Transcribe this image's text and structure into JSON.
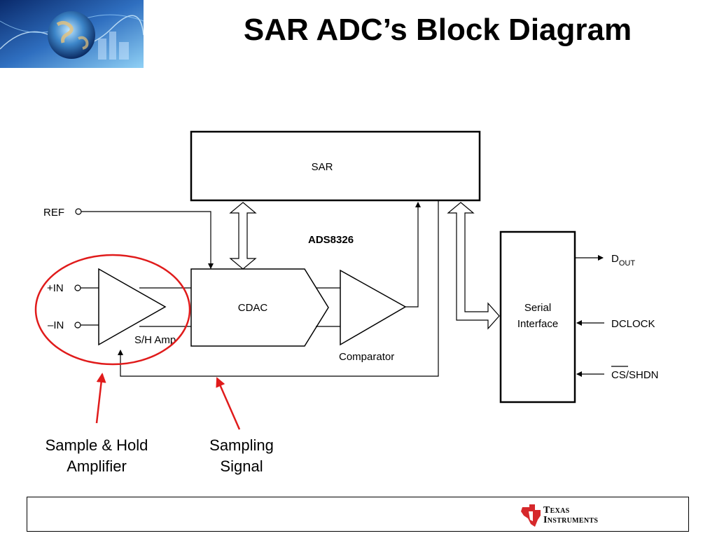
{
  "header": {
    "title": "SAR ADC’s Block Diagram"
  },
  "diagram": {
    "part_number": "ADS8326",
    "blocks": {
      "sar": "SAR",
      "cdac": "CDAC",
      "sh_amp": "S/H Amp",
      "comparator": "Comparator",
      "serial_line1": "Serial",
      "serial_line2": "Interface"
    },
    "pins": {
      "ref": "REF",
      "in_pos": "+IN",
      "in_neg": "–IN",
      "dout_main": "D",
      "dout_sub": "OUT",
      "dclock": "DCLOCK",
      "cs_bar": "CS",
      "cs_rest": "/SHDN"
    },
    "colors": {
      "annotation": "#e01b1b",
      "line": "#000000"
    }
  },
  "callouts": {
    "sample_hold_line1": "Sample & Hold",
    "sample_hold_line2": "Amplifier",
    "sampling_line1": "Sampling",
    "sampling_line2": "Signal"
  },
  "footer": {
    "brand_line1": "Texas",
    "brand_line2": "Instruments"
  }
}
